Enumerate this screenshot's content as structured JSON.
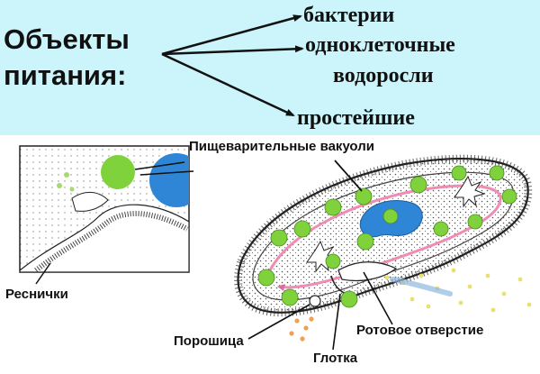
{
  "header": {
    "title_line1": "Объекты",
    "title_line2": "питания:",
    "items": [
      "бактерии",
      "одноклеточные",
      "водоросли",
      "простейшие"
    ],
    "background_color": "#ccf5fb"
  },
  "diagram": {
    "labels": {
      "digestive_vacuoles": "Пищеварительные вакуоли",
      "cilia": "Реснички",
      "cytoproct": "Порошица",
      "oral_opening": "Ротовое отверстие",
      "pharynx": "Глотка"
    },
    "colors": {
      "vacuole": "#7fd23c",
      "macronucleus": "#2f86d6",
      "cell_outline": "#222222",
      "cytoplasm_flow": "#f08cb4",
      "food_particles": "#e8e070"
    }
  }
}
